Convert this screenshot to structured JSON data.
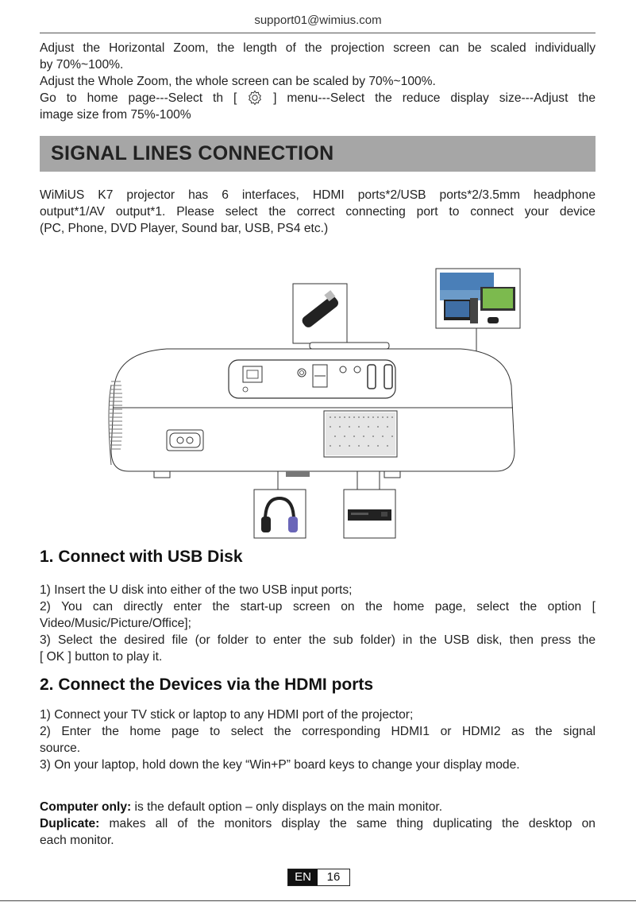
{
  "header": {
    "email": "support01@wimius.com"
  },
  "intro": {
    "line1": "Adjust the Horizontal Zoom, the length of the projection screen can be scaled individually",
    "line2": "by 70%~100%.",
    "line3": "Adjust the Whole Zoom, the whole screen can be scaled by 70%~100%.",
    "line4_a": "Go to home page---Select th [",
    "line4_b": "] menu---Select the reduce display size---Adjust the",
    "line5": "image size from 75%-100%"
  },
  "section": {
    "title": "SIGNAL LINES CONNECTION"
  },
  "description": {
    "line1": "WiMiUS K7 projector has 6 interfaces, HDMI ports*2/USB ports*2/3.5mm headphone",
    "line2": "output*1/AV output*1. Please select the correct connecting port to connect your device",
    "line3": "(PC, Phone, DVD Player, Sound bar, USB, PS4 etc.)"
  },
  "usb": {
    "heading": "1. Connect with USB Disk",
    "step1": "1) Insert the U disk into either of the two USB input ports;",
    "step2a": "2) You can directly enter the start-up screen on the home page, select the option [",
    "step2b": "Video/Music/Picture/Office];",
    "step3a": "3) Select the desired file (or folder to enter the sub folder) in the USB disk, then press the",
    "step3b": "[ OK ] button to play it."
  },
  "hdmi": {
    "heading": "2. Connect the Devices via the HDMI ports",
    "step1": "1) Connect your TV stick or laptop to any HDMI port of the projector;",
    "step2a": "2) Enter the home page to select the corresponding HDMI1 or HDMI2 as the signal",
    "step2b": "source.",
    "step3": "3) On your laptop, hold down the key “Win+P” board keys to change your display mode."
  },
  "modes": {
    "computer_label": "Computer only:",
    "computer_text": " is the default option – only displays on the main monitor.",
    "duplicate_label": "Duplicate:",
    "duplicate_text_a": " makes all of the monitors display the same thing duplicating the desktop on",
    "duplicate_text_b": "each monitor."
  },
  "footer": {
    "lang": "EN",
    "page": "16"
  }
}
